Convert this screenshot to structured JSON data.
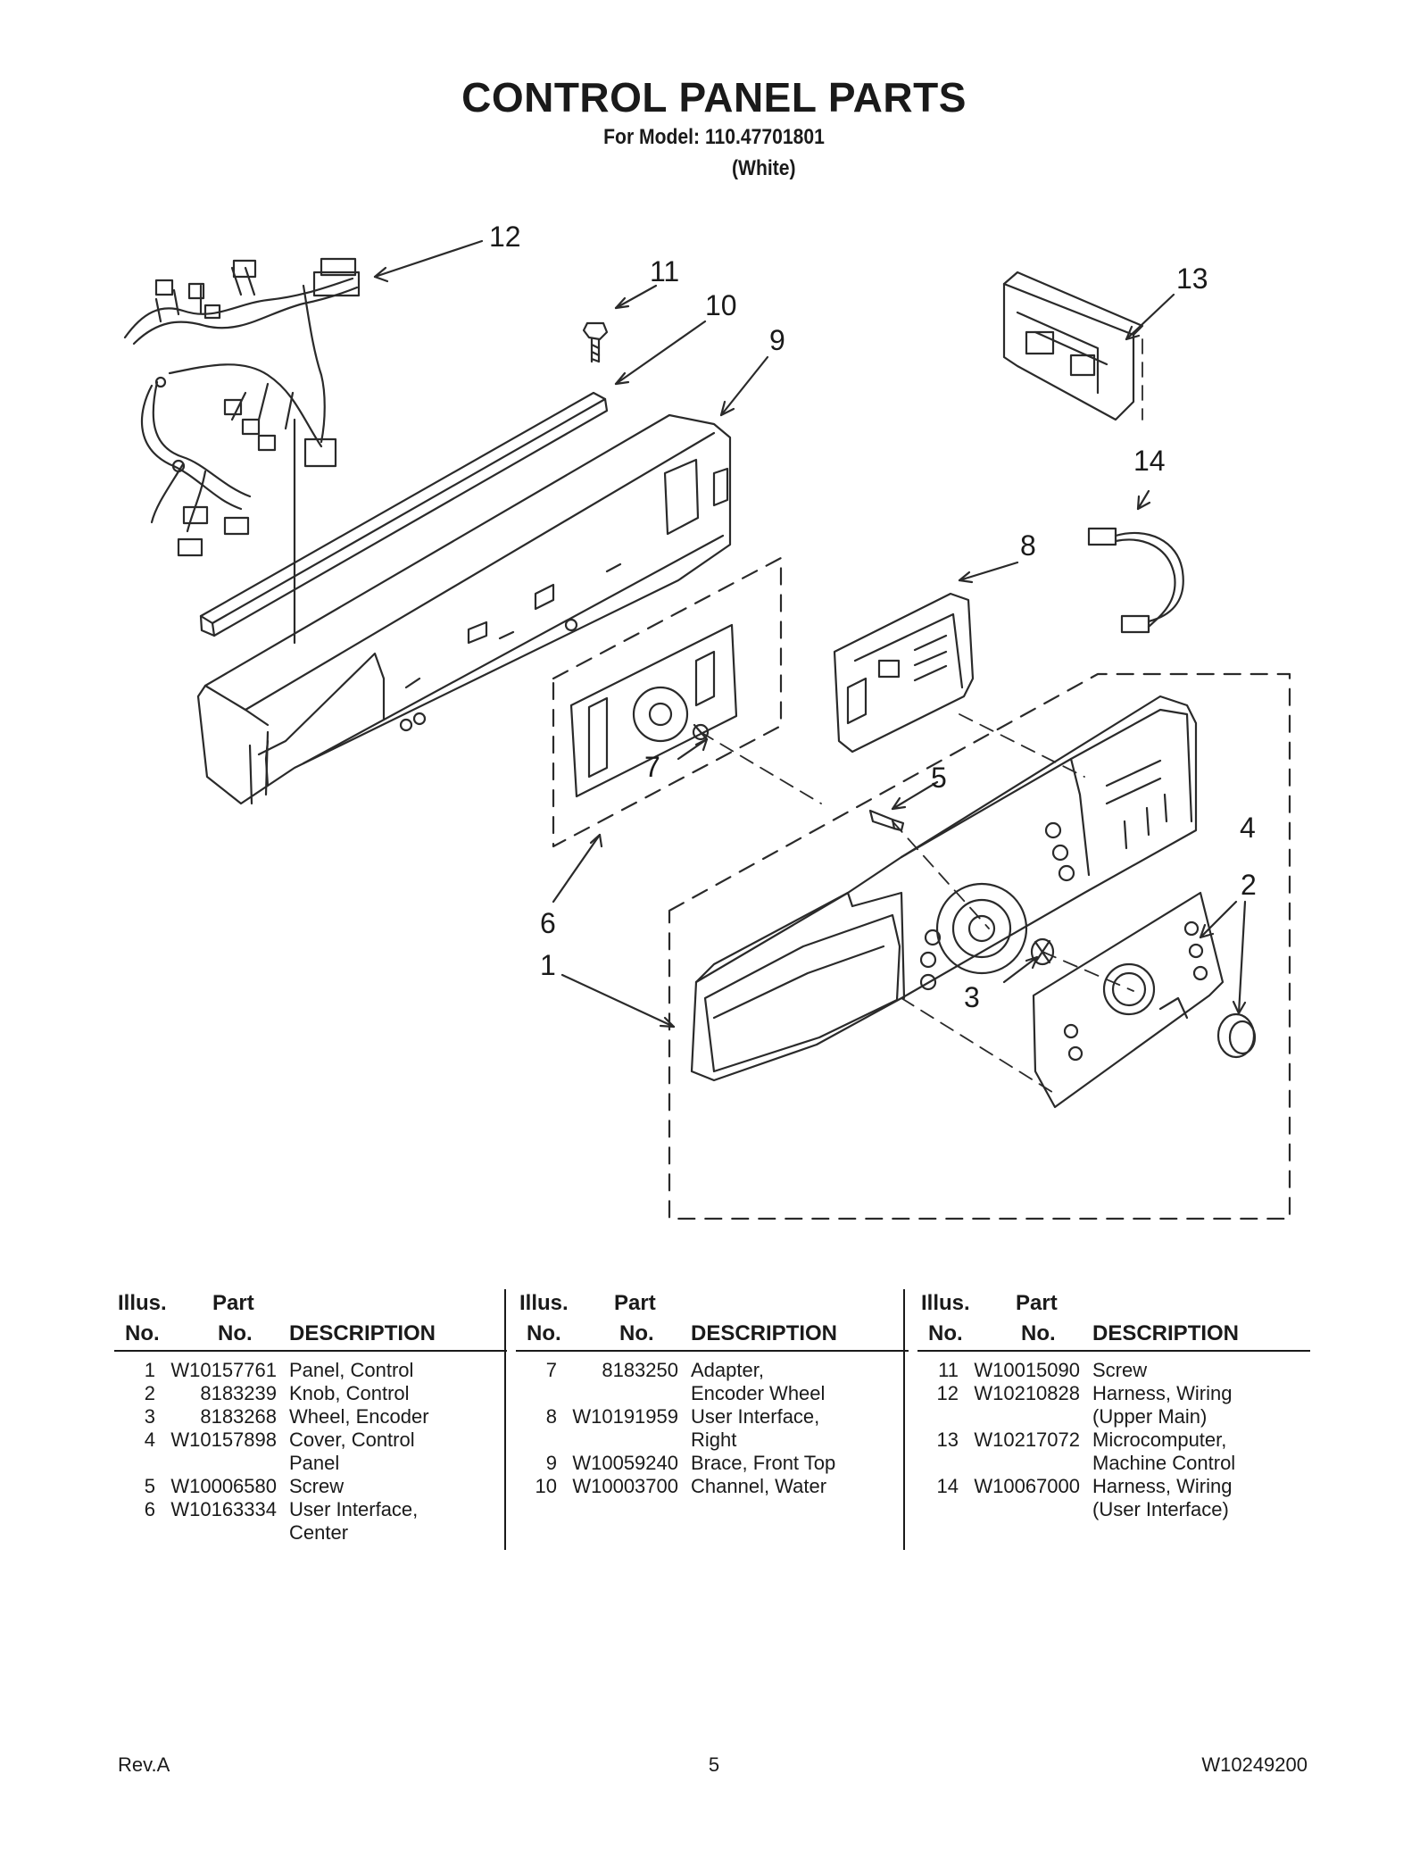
{
  "header": {
    "title": "CONTROL PANEL PARTS",
    "model_line": "For Model: 110.47701801",
    "color_line": "(White)"
  },
  "diagram": {
    "callouts": [
      "1",
      "2",
      "3",
      "4",
      "5",
      "6",
      "7",
      "8",
      "9",
      "10",
      "11",
      "12",
      "13",
      "14"
    ]
  },
  "table": {
    "headers": {
      "illus": "Illus.",
      "illus_no": "No.",
      "part": "Part",
      "part_no": "No.",
      "description": "DESCRIPTION"
    },
    "columns": [
      [
        {
          "no": "1",
          "part": "W10157761",
          "desc": "Panel, Control"
        },
        {
          "no": "2",
          "part": "8183239",
          "desc": "Knob, Control"
        },
        {
          "no": "3",
          "part": "8183268",
          "desc": "Wheel, Encoder"
        },
        {
          "no": "4",
          "part": "W10157898",
          "desc": "Cover, Control\nPanel"
        },
        {
          "no": "5",
          "part": "W10006580",
          "desc": "Screw"
        },
        {
          "no": "6",
          "part": "W10163334",
          "desc": "User Interface,\nCenter"
        }
      ],
      [
        {
          "no": "7",
          "part": "8183250",
          "desc": "Adapter,\nEncoder Wheel"
        },
        {
          "no": "8",
          "part": "W10191959",
          "desc": "User Interface,\nRight"
        },
        {
          "no": "9",
          "part": "W10059240",
          "desc": "Brace, Front Top"
        },
        {
          "no": "10",
          "part": "W10003700",
          "desc": "Channel, Water"
        }
      ],
      [
        {
          "no": "11",
          "part": "W10015090",
          "desc": "Screw"
        },
        {
          "no": "12",
          "part": "W10210828",
          "desc": "Harness, Wiring\n(Upper Main)"
        },
        {
          "no": "13",
          "part": "W10217072",
          "desc": "Microcomputer,\nMachine Control"
        },
        {
          "no": "14",
          "part": "W10067000",
          "desc": "Harness, Wiring\n(User Interface)"
        }
      ]
    ]
  },
  "footer": {
    "revision": "Rev.A",
    "page": "5",
    "doc_number": "W10249200"
  }
}
